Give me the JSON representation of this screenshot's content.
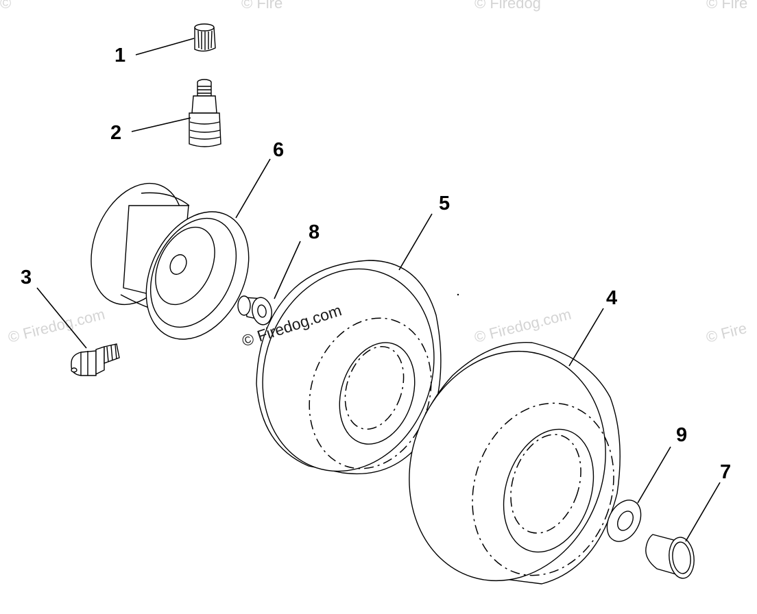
{
  "watermarks": {
    "center": "© Firedog.com",
    "edge_left": "© Firedog.com",
    "edge_mid": "© Firedog.com",
    "edge_right": "© Fire",
    "top_1": "©",
    "top_2": "© Fire",
    "top_3": "© Firedog",
    "top_4": "© Fire"
  },
  "callouts": {
    "c1": "1",
    "c2": "2",
    "c3": "3",
    "c4": "4",
    "c5": "5",
    "c6": "6",
    "c7": "7",
    "c8": "8",
    "c9": "9"
  },
  "parts": [
    {
      "id": "1",
      "icon": "valve-cap-icon"
    },
    {
      "id": "2",
      "icon": "valve-stem-icon"
    },
    {
      "id": "3",
      "icon": "grease-fitting-icon"
    },
    {
      "id": "4",
      "icon": "tire-icon"
    },
    {
      "id": "5",
      "icon": "tire-icon"
    },
    {
      "id": "6",
      "icon": "wheel-rim-icon"
    },
    {
      "id": "7",
      "icon": "cap-icon"
    },
    {
      "id": "8",
      "icon": "bushing-icon"
    },
    {
      "id": "9",
      "icon": "washer-icon"
    }
  ]
}
